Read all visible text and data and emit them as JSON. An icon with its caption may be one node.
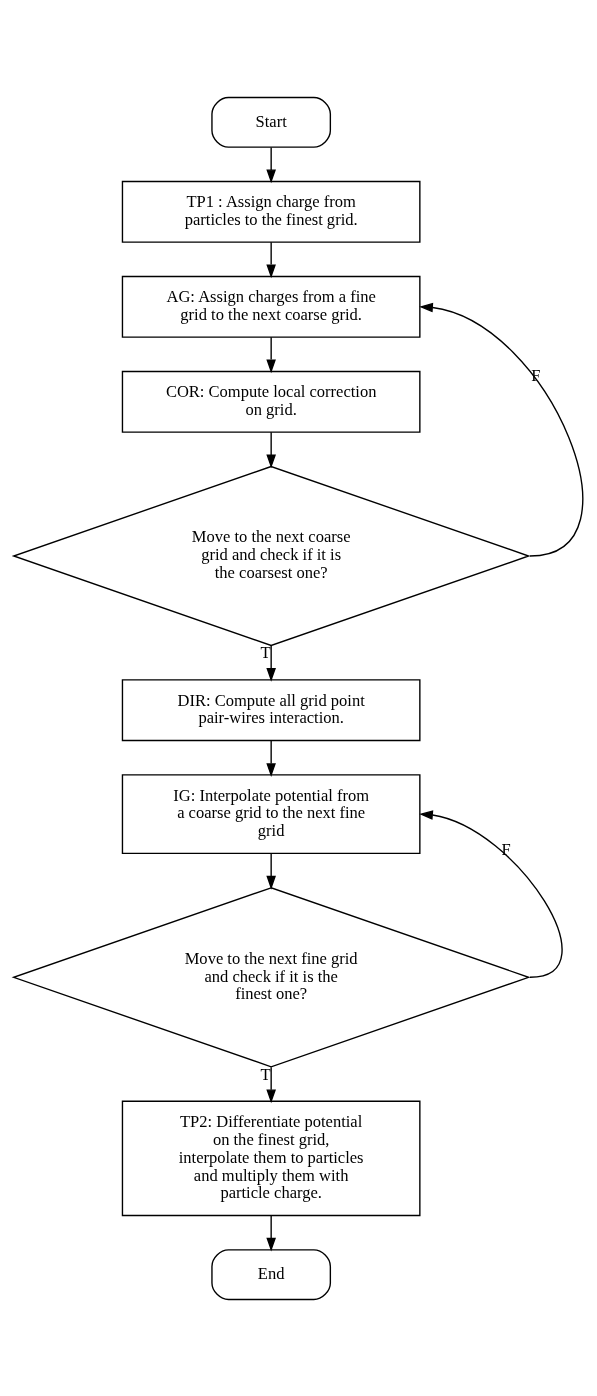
{
  "diagram": {
    "nodes": [
      {
        "text": [
          "Start"
        ]
      },
      {
        "text": [
          "TP1 : Assign charge from particles to the finest grid."
        ]
      },
      {
        "text": [
          "AG: Assign charges from a fine grid to the next coarse grid."
        ]
      },
      {
        "text": [
          "COR: Compute local correction on grid."
        ]
      },
      {
        "text": [
          "Move to the next coarse grid and check if it is the coarsest one?"
        ]
      },
      {
        "text": [
          "DIR: Compute all grid point pair-wires interaction."
        ]
      },
      {
        "text": [
          "IG: Interpolate potential from a coarse grid to the next fine grid"
        ]
      },
      {
        "text": [
          "Move to the next fine grid and check if it is the finest one?"
        ]
      },
      {
        "text": [
          "TP2: Differentiate potential on the finest grid, interpolate them to particles and multiply them with particle charge."
        ]
      },
      {
        "text": [
          "End"
        ]
      }
    ],
    "edges": [
      {
        "from": 0,
        "to": 1,
        "arrow": "to"
      },
      {
        "from": 1,
        "to": 2,
        "arrow": "to"
      },
      {
        "from": 2,
        "to": 3,
        "arrow": "to"
      },
      {
        "from": 3,
        "to": 4,
        "arrow": "to"
      },
      {
        "from": 4,
        "to": 5,
        "arrow": "to",
        "label": "T"
      },
      {
        "from": 4,
        "to": 2,
        "arrow": "to",
        "label": "F"
      },
      {
        "from": 5,
        "to": 6,
        "arrow": "to"
      },
      {
        "from": 6,
        "to": 7,
        "arrow": "to"
      },
      {
        "from": 7,
        "to": 8,
        "arrow": "to",
        "label": "T"
      },
      {
        "from": 7,
        "to": 6,
        "arrow": "to",
        "label": "F"
      },
      {
        "from": 8,
        "to": 9,
        "arrow": "to"
      }
    ]
  }
}
